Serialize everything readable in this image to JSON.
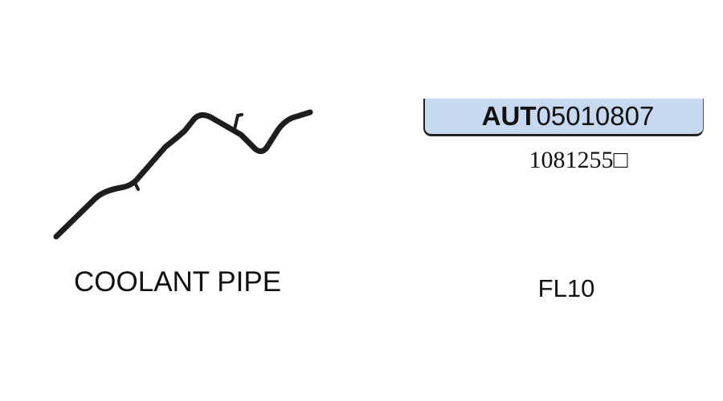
{
  "product": {
    "part_prefix": "AUT",
    "part_digits": "05010807",
    "reference_number": "1081255□",
    "name": "COOLANT PIPE",
    "model": "FL10",
    "image_icon": "coolant-pipe-image",
    "box_color": "#c6d9f0"
  }
}
